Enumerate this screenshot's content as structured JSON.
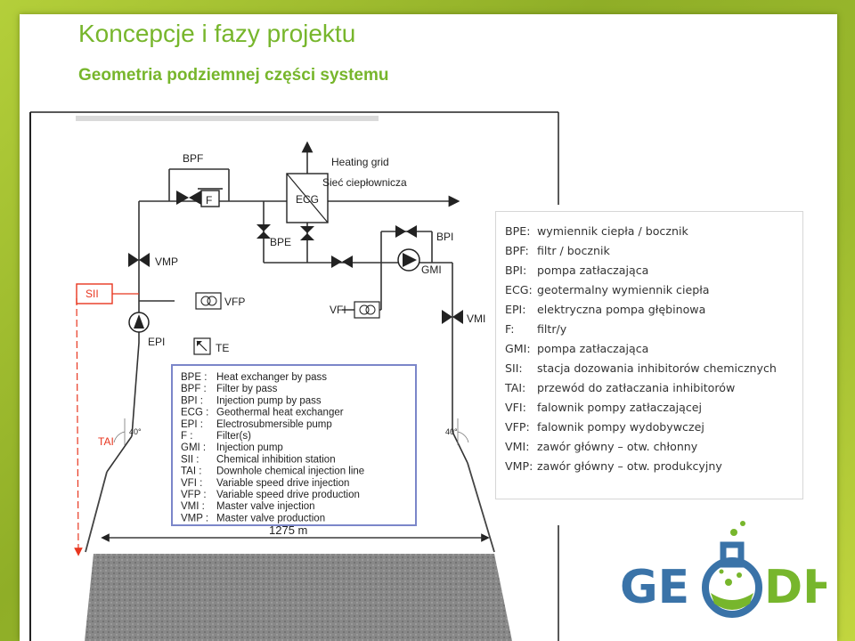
{
  "slide": {
    "title": "Koncepcje i fazy projektu",
    "subtitle": "Geometria podziemnej części systemu"
  },
  "diagram": {
    "component_labels": {
      "bpf": "BPF",
      "f": "F",
      "ecg": "ECG",
      "heating_grid": "Heating grid",
      "heating_grid_pl": "Sieć ciepłownicza",
      "bpe": "BPE",
      "bpi": "BPI",
      "gmi": "GMI",
      "vmp": "VMP",
      "vfp": "VFP",
      "vfi": "VFI",
      "vmi": "VMI",
      "epi": "EPI",
      "te": "TE",
      "sii": "SII",
      "tai": "TAI",
      "angle_left": "40°",
      "angle_right": "40°",
      "distance": "1275 m"
    },
    "key": [
      {
        "code": "BPE :",
        "desc": "Heat exchanger by pass"
      },
      {
        "code": "BPF :",
        "desc": "Filter by pass"
      },
      {
        "code": "BPI :",
        "desc": "Injection pump by pass"
      },
      {
        "code": "ECG :",
        "desc": "Geothermal heat exchanger"
      },
      {
        "code": "EPI :",
        "desc": "Electrosubmersible pump"
      },
      {
        "code": "F :",
        "desc": "Filter(s)"
      },
      {
        "code": "GMI :",
        "desc": "Injection pump"
      },
      {
        "code": "SII :",
        "desc": "Chemical inhibition station"
      },
      {
        "code": "TAI :",
        "desc": "Downhole chemical injection line"
      },
      {
        "code": "VFI :",
        "desc": "Variable speed drive injection"
      },
      {
        "code": "VFP :",
        "desc": "Variable speed drive production"
      },
      {
        "code": "VMI :",
        "desc": "Master valve injection"
      },
      {
        "code": "VMP :",
        "desc": "Master valve production"
      }
    ]
  },
  "legend": [
    {
      "code": "BPE:",
      "desc": "wymiennik ciepła / bocznik"
    },
    {
      "code": "BPF:",
      "desc": "filtr / bocznik"
    },
    {
      "code": "BPI:",
      "desc": "pompa zatłaczająca"
    },
    {
      "code": "ECG:",
      "desc": "geotermalny wymiennik ciepła"
    },
    {
      "code": "EPI:",
      "desc": "elektryczna  pompa głębinowa"
    },
    {
      "code": "F:",
      "desc": "filtr/y"
    },
    {
      "code": "GMI:",
      "desc": "pompa zatłaczająca"
    },
    {
      "code": "SII:",
      "desc": "stacja dozowania inhibitorów chemicznych"
    },
    {
      "code": "TAI:",
      "desc": "przewód do zatłaczania inhibitorów"
    },
    {
      "code": "VFI:",
      "desc": "falownik pompy zatłaczającej"
    },
    {
      "code": "VFP:",
      "desc": "falownik pompy wydobywczej"
    },
    {
      "code": "VMI:",
      "desc": "zawór główny – otw. chłonny"
    },
    {
      "code": "VMP:",
      "desc": "zawór główny – otw. produkcyjny"
    }
  ],
  "logo": {
    "text_left": "GE",
    "text_right": "DH"
  },
  "colors": {
    "accent_green": "#77b62c",
    "key_box_border": "#7b86c9",
    "chemical_red": "#e8361f",
    "logo_blue": "#3a73a8"
  }
}
